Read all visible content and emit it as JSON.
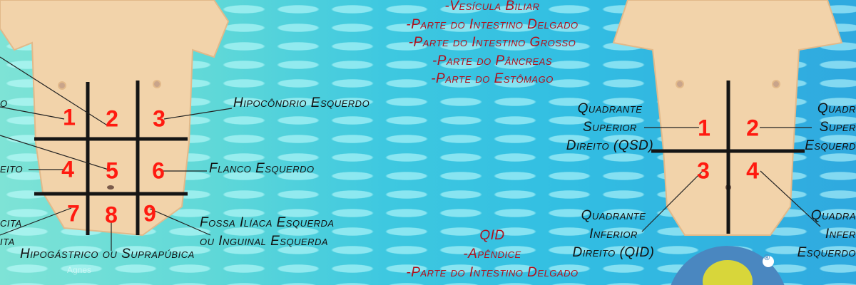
{
  "left_diagram": {
    "numbers": [
      "1",
      "2",
      "3",
      "4",
      "5",
      "6",
      "7",
      "8",
      "9"
    ],
    "labels": {
      "hipocondrio_esquerdo": "Hipocôndrio  Esquerdo",
      "flanco_esquerdo": "Flanco Esquerdo",
      "fossa_1": "Fossa Ilíaca Esquerda",
      "fossa_2": "ou Inguinal Esquerda",
      "hipogastrico": "Hipogástrico ou Suprapúbica",
      "cut_1": "o",
      "cut_4": "eito",
      "cut_7a": "cita",
      "cut_7b": "ita"
    },
    "watermark": "Agnes"
  },
  "center": {
    "upper_list": [
      "-Vesícula Biliar",
      "-Parte do Intestino Delgado",
      "-Parte do Intestino Grosso",
      "-Parte do Pâncreas",
      "-Parte do Estômago"
    ],
    "qid_title": "QID",
    "qid_list": [
      "-Apêndice",
      "-Parte do Intestino Delgado"
    ]
  },
  "right_diagram": {
    "numbers": [
      "1",
      "2",
      "3",
      "4"
    ],
    "qsd": [
      "Quadrante",
      "Superior",
      "Direito (QSD)"
    ],
    "qid": [
      "Quadrante",
      "Inferior",
      "Direito (QID)"
    ],
    "qse_cut": [
      "Quadr",
      "Super",
      "Esquerd"
    ],
    "qie_cut": [
      "Quadra",
      "Infer",
      "Esquerdo"
    ],
    "logo_mark": "®"
  },
  "colors": {
    "number": "#ff1a10",
    "organ_text": "#b0101c",
    "skin": "#f2d2a8"
  }
}
